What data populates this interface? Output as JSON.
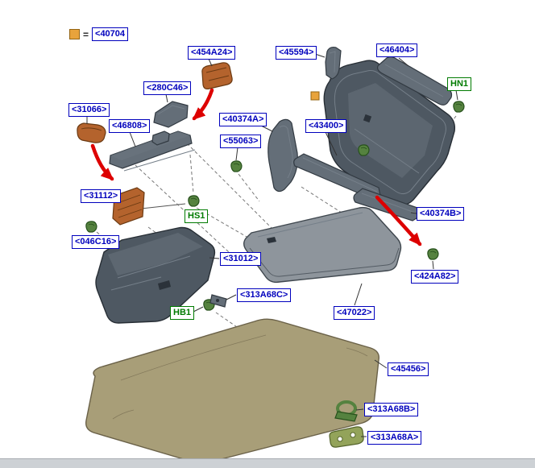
{
  "colors": {
    "callout-blue": "#0000bd",
    "callout-green": "#007b00",
    "arrow-red": "#dd0000",
    "marker-orange": "#e8a33c",
    "panel-gray": "#4e5862",
    "panel-mid": "#8e959c",
    "panel-mid2": "#646e78",
    "carpet-tan": "#a89e78",
    "carpet-edge": "#6a6148",
    "part-orange": "#b4632d",
    "clip-green": "#55823f",
    "bracket-olive": "#93a35a"
  },
  "legend": {
    "equals": "=",
    "label": "<40704"
  },
  "labels": {
    "p454A24": {
      "text": "<454A24>"
    },
    "p45594": {
      "text": "<45594>"
    },
    "p46404": {
      "text": "<46404>"
    },
    "p280C46": {
      "text": "<280C46>"
    },
    "hHN1": {
      "text": "HN1"
    },
    "p31066": {
      "text": "<31066>"
    },
    "p46808": {
      "text": "<46808>"
    },
    "p40374A": {
      "text": "<40374A>"
    },
    "p43400": {
      "text": "<43400>"
    },
    "p55063": {
      "text": "<55063>"
    },
    "p31112": {
      "text": "<31112>"
    },
    "hHS1": {
      "text": "HS1"
    },
    "p40374B": {
      "text": "<40374B>"
    },
    "p046C16": {
      "text": "<046C16>"
    },
    "p31012": {
      "text": "<31012>"
    },
    "p424A82": {
      "text": "<424A82>"
    },
    "p313A68C": {
      "text": "<313A68C>"
    },
    "hHB1": {
      "text": "HB1"
    },
    "p47022": {
      "text": "<47022>"
    },
    "p45456": {
      "text": "<45456>"
    },
    "p313A68B": {
      "text": "<313A68B>"
    },
    "p313A68A": {
      "text": "<313A68A>"
    }
  }
}
